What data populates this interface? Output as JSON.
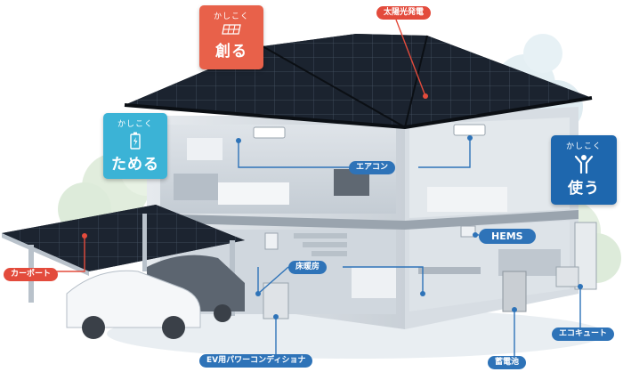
{
  "badges": {
    "create": {
      "small": "かしこく",
      "big": "創る",
      "icon": "solar-panel-icon",
      "color": "#e8614a"
    },
    "store": {
      "small": "かしこく",
      "big": "ためる",
      "icon": "battery-icon",
      "color": "#3bb3d6"
    },
    "use": {
      "small": "かしこく",
      "big": "使う",
      "icon": "person-icon",
      "color": "#1e67ae"
    }
  },
  "labels": {
    "solar": "太陽光発電",
    "carport": "カーポート",
    "aircon": "エアコン",
    "hems": "HEMS",
    "floor_heating": "床暖房",
    "ev_conditioner": "EV用パワーコンディショナ",
    "storage_battery": "蓄電池",
    "ecocute": "エコキュート"
  },
  "colors": {
    "create_accent": "#e34b3c",
    "use_accent": "#2e73b8",
    "store_accent": "#3bb3d6",
    "solar_panel": "#1c2430"
  }
}
